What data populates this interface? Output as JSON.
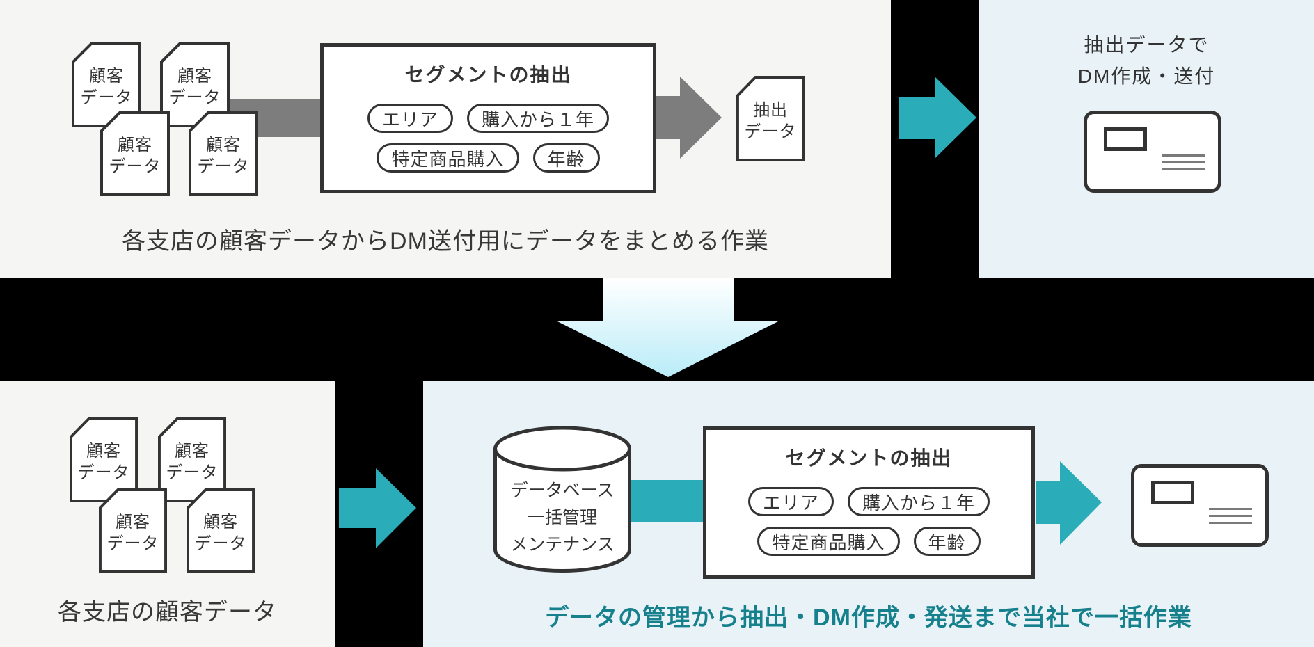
{
  "colors": {
    "teal": "#2aadb8",
    "teal_text": "#17808d",
    "gray_arrow": "#7d7d7d",
    "panel_gray": "#f5f5f4",
    "panel_blue": "#e9f3f7",
    "stroke": "#333333",
    "down_arrow_top": "#ffffff",
    "down_arrow_bottom": "#b9ecf8"
  },
  "labels": {
    "customer_doc_line1": "顧客",
    "customer_doc_line2": "データ",
    "extract_doc_line1": "抽出",
    "extract_doc_line2": "データ"
  },
  "segment_box": {
    "title": "セグメントの抽出",
    "pills": [
      "エリア",
      "購入から１年",
      "特定商品購入",
      "年齢"
    ]
  },
  "top_section": {
    "caption": "各支店の顧客データからDM送付用にデータをまとめる作業",
    "result_title_line1": "抽出データで",
    "result_title_line2": "DM作成・送付"
  },
  "bottom_section": {
    "left_caption": "各支店の顧客データ",
    "database_lines": [
      "データベース",
      "一括管理",
      "メンテナンス"
    ],
    "right_caption": "データの管理から抽出・DM作成・発送まで当社で一括作業"
  }
}
